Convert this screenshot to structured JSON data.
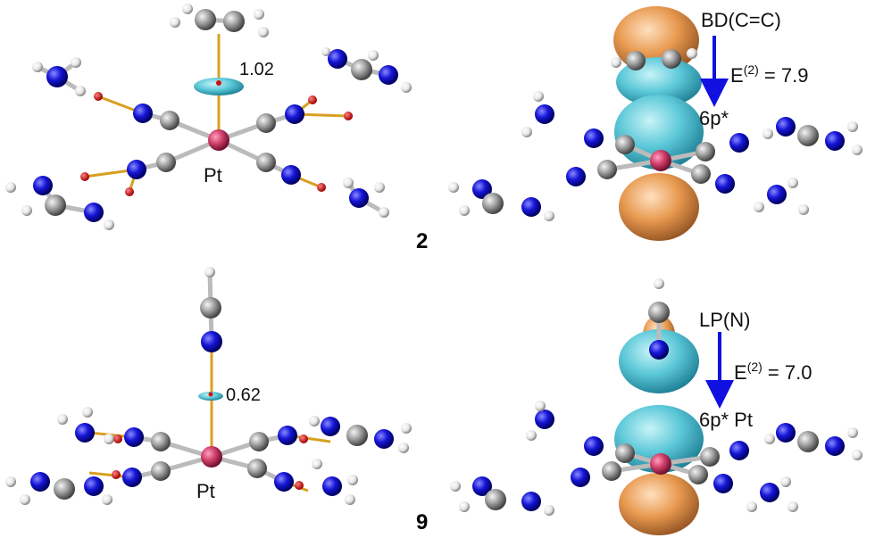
{
  "panels": [
    {
      "id": "2-structure",
      "metal_label": "Pt",
      "distance_label": "1.02",
      "compound_number": "2"
    },
    {
      "id": "2-orbital",
      "donor": "BD(C=C)",
      "energy_prefix": "E",
      "energy_sup": "(2)",
      "energy_value": " = 7.9",
      "acceptor": "6p*"
    },
    {
      "id": "9-structure",
      "metal_label": "Pt",
      "distance_label": "0.62",
      "compound_number": "9"
    },
    {
      "id": "9-orbital",
      "donor": "LP(N)",
      "energy_prefix": "E",
      "energy_sup": "(2)",
      "energy_value": " = 7.0",
      "acceptor": "6p* Pt"
    }
  ],
  "colors": {
    "nitrogen": "#1010d0",
    "carbon": "#9a9a9a",
    "hydrogen": "#f2f2f2",
    "oxygen": "#d01010",
    "platinum": "#d0406a",
    "bond": "#d8a020",
    "orbital_pos": "#5cc8d8",
    "orbital_neg": "#e89a50",
    "arrow": "#1010e0"
  }
}
